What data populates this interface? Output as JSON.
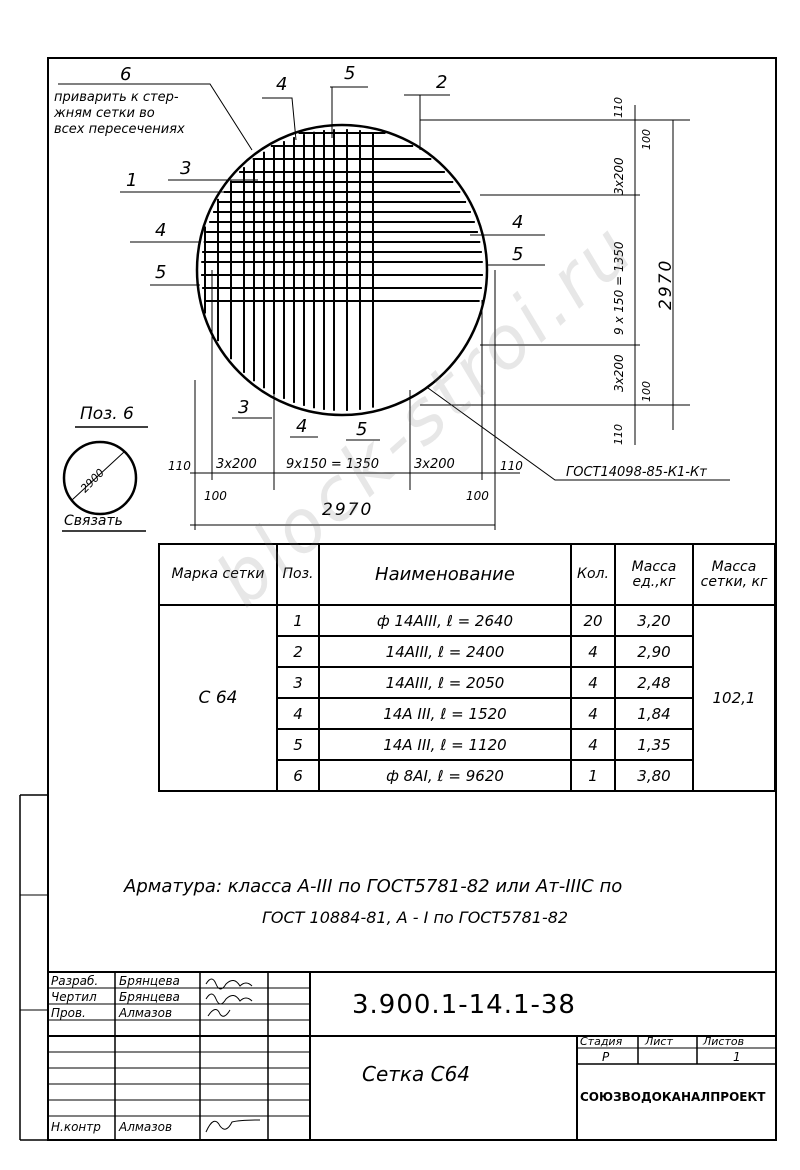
{
  "drawing": {
    "note_callout_pos": "6",
    "note_text_lines": [
      "приварить к стер-",
      "жням сетки во",
      "всех пересечениях"
    ],
    "callouts": {
      "top_4": "4",
      "top_5": "5",
      "top_2": "2",
      "left_1": "1",
      "left_3": "3",
      "left_4": "4",
      "left_5": "5",
      "right_4": "4",
      "right_5": "5",
      "bottom_3": "3",
      "bottom_4": "4",
      "bottom_5": "5"
    },
    "dims_bottom": {
      "d110": "110",
      "d3x200_left": "3x200",
      "d9x150": "9x150 = 1350",
      "d3x200_right": "3x200",
      "d110_right": "110",
      "d100_left": "100",
      "d100_right": "100",
      "total": "2970"
    },
    "dims_right": {
      "d110_top": "110",
      "d100_top": "100",
      "d3x200_top": "3x200",
      "d9x150": "9 x 150 = 1350",
      "d3x200_bottom": "3x200",
      "d100_bottom": "100",
      "d110_bottom": "110",
      "total": "2970"
    },
    "gost_label": "ГОСТ14098-85-К1-Кт",
    "pos6": {
      "title": "Поз. 6",
      "diameter": "2900",
      "action": "Связать"
    }
  },
  "spec_table": {
    "headers": {
      "mark": "Марка сетки",
      "pos": "Поз.",
      "name": "Наименование",
      "qty": "Кол.",
      "unit_mass": "Масса ед.,кг",
      "mesh_mass": "Масса сетки, кг"
    },
    "mark": "С 64",
    "mesh_mass": "102,1",
    "rows": [
      {
        "pos": "1",
        "name": "ф 14АIII, ℓ = 2640",
        "qty": "20",
        "mass": "3,20"
      },
      {
        "pos": "2",
        "name": "14АIII, ℓ = 2400",
        "qty": "4",
        "mass": "2,90"
      },
      {
        "pos": "3",
        "name": "14АIII, ℓ = 2050",
        "qty": "4",
        "mass": "2,48"
      },
      {
        "pos": "4",
        "name": "14А III, ℓ = 1520",
        "qty": "4",
        "mass": "1,84"
      },
      {
        "pos": "5",
        "name": "14А III, ℓ = 1120",
        "qty": "4",
        "mass": "1,35"
      },
      {
        "pos": "6",
        "name": "ф 8АI, ℓ = 9620",
        "qty": "1",
        "mass": "3,80"
      }
    ]
  },
  "notes": {
    "line1": "Арматура: класса А-III по ГОСТ5781-82 или Ат-IIIС по",
    "line2": "ГОСТ 10884-81,  А - I по ГОСТ5781-82"
  },
  "title_block": {
    "roles": [
      {
        "role": "Разраб.",
        "name": "Брянцева"
      },
      {
        "role": "Чертил",
        "name": "Брянцева"
      },
      {
        "role": "Пров.",
        "name": "Алмазов"
      },
      {
        "role": "Н.контр",
        "name": "Алмазов"
      }
    ],
    "doc_code": "3.900.1-14.1-38",
    "sheet_title": "Сетка С64",
    "stage_label": "Стадия",
    "sheet_label": "Лист",
    "sheets_label": "Листов",
    "stage": "Р",
    "sheet": "",
    "sheets": "1",
    "org": "СОЮЗВОДОКАНАЛПРОЕКТ"
  },
  "watermark": "block-stroi.ru"
}
